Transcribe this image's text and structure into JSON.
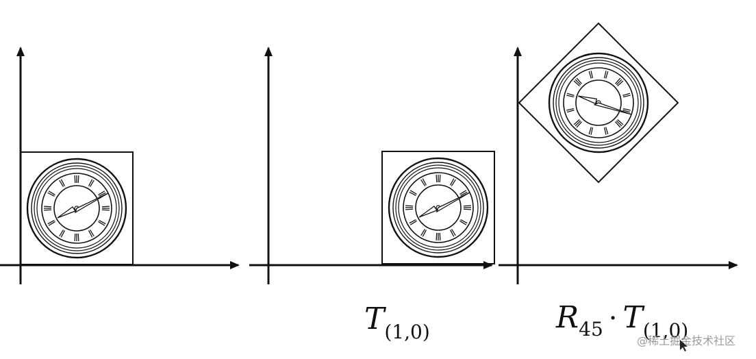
{
  "panels": [
    {
      "id": "original",
      "caption": null
    },
    {
      "id": "translated",
      "caption": {
        "main": "T",
        "sub": "(1,0)"
      }
    },
    {
      "id": "rotated-translated",
      "caption": {
        "main": "R",
        "sub1": "45",
        "dot": "·",
        "main2": "T",
        "sub2": "(1,0)"
      }
    }
  ],
  "watermark": "@稀土掘金技术社区",
  "colors": {
    "ink": "#111111",
    "background": "#ffffff",
    "watermark": "#9a9a9a"
  }
}
